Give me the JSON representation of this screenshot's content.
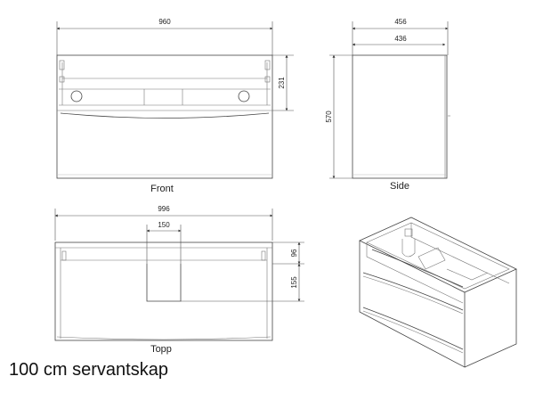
{
  "views": {
    "front": {
      "label": "Front",
      "width_dim": "960",
      "height_dim": "231"
    },
    "side": {
      "label": "Side",
      "depth_dim": "456",
      "inner_depth_dim": "436",
      "height_dim": "570"
    },
    "top": {
      "label": "Topp",
      "width_dim": "996",
      "cutout_width_dim": "150",
      "dim_96": "96",
      "dim_155": "155"
    },
    "iso": {}
  },
  "caption": "100 cm servantskap"
}
